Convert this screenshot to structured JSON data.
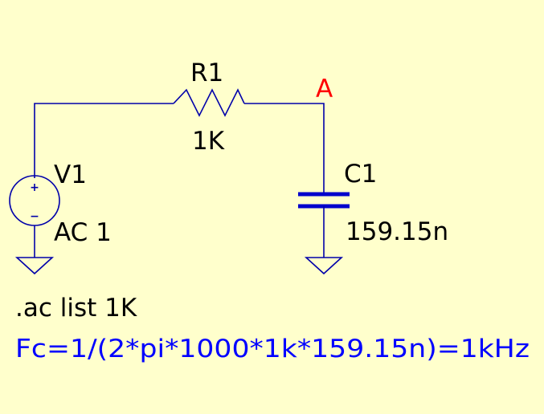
{
  "schematic": {
    "resistor": {
      "name": "R1",
      "value": "1K"
    },
    "capacitor": {
      "name": "C1",
      "value": "159.15n"
    },
    "source": {
      "name": "V1",
      "value": "AC 1",
      "plus": "+",
      "minus": "−"
    },
    "net_label": "A",
    "directive": ".ac list 1K",
    "comment": "Fc=1/(2*pi*1000*1k*159.15n)=1kHz"
  },
  "colors": {
    "background": "#ffffcc",
    "wire": "#0000aa",
    "net_label": "#ff0000",
    "comment": "#0000ff",
    "text": "#000000"
  }
}
